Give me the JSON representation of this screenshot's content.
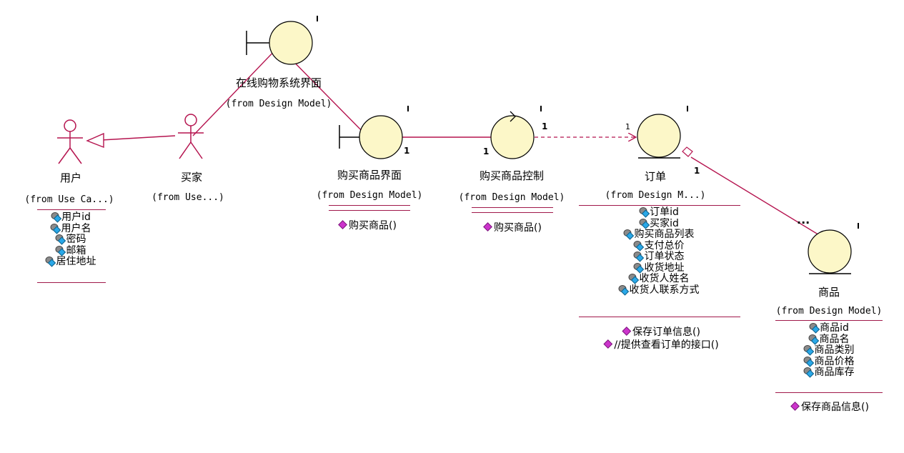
{
  "colors": {
    "line": "#b5144f",
    "bubble_fill": "#fcf7c8",
    "bubble_stroke": "#000000",
    "operation_icon": "#cc33cc",
    "attribute_icon": "#29a8e8"
  },
  "actors": [
    {
      "name": "用户",
      "from": "(from Use Ca...)",
      "attributes": [
        "用户id",
        "用户名",
        "密码",
        "邮箱",
        "居住地址"
      ]
    },
    {
      "name": "买家",
      "from": "(from Use...)"
    }
  ],
  "boundaries": [
    {
      "name": "在线购物系统界面",
      "from": "(from Design Model)"
    },
    {
      "name": "购买商品界面",
      "from": "(from Design Model)",
      "operations": [
        "购买商品()"
      ]
    }
  ],
  "controls": [
    {
      "name": "购买商品控制",
      "from": "(from Design Model)",
      "operations": [
        "购买商品()"
      ]
    }
  ],
  "entities": [
    {
      "name": "订单",
      "from": "(from Design M...)",
      "attributes": [
        "订单id",
        "买家id",
        "购买商品列表",
        "支付总价",
        "订单状态",
        "收货地址",
        "收货人姓名",
        "收货人联系方式"
      ],
      "operations": [
        "保存订单信息()",
        "//提供查看订单的接口()"
      ]
    },
    {
      "name": "商品",
      "from": "(from Design Model)",
      "attributes": [
        "商品id",
        "商品名",
        "商品类别",
        "商品价格",
        "商品库存"
      ],
      "operations": [
        "保存商品信息()"
      ]
    }
  ],
  "multiplicities": [
    "1",
    "1",
    "1",
    "1",
    "1",
    "..."
  ]
}
